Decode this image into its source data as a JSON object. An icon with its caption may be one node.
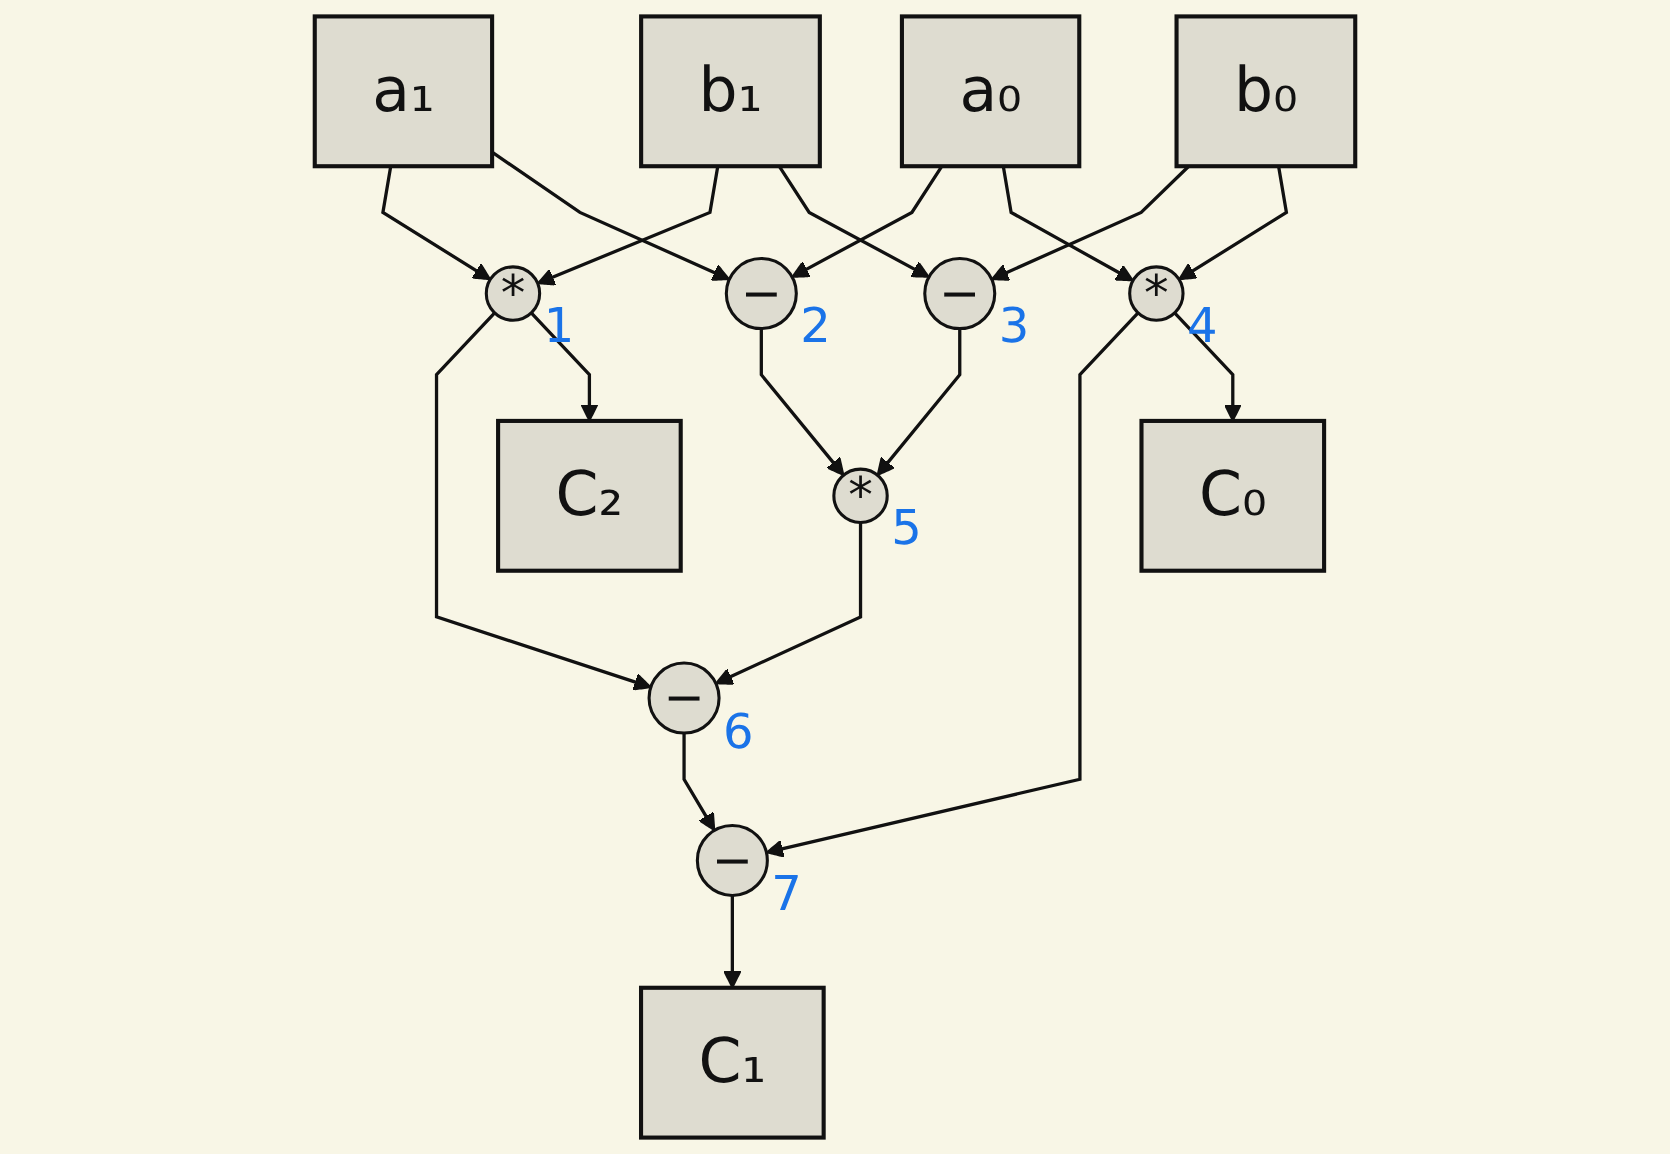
{
  "diagram": {
    "nodes": [
      {
        "text": [
          "a₁"
        ]
      },
      {
        "text": [
          "b₁"
        ]
      },
      {
        "text": [
          "a₀"
        ]
      },
      {
        "text": [
          "b₀"
        ]
      },
      {
        "text": [
          "*"
        ],
        "beside": [
          "1"
        ]
      },
      {
        "text": [
          "−"
        ],
        "beside": [
          "2"
        ]
      },
      {
        "text": [
          "−"
        ],
        "beside": [
          "3"
        ]
      },
      {
        "text": [
          "*"
        ],
        "beside": [
          "4"
        ]
      },
      {
        "text": [
          "*"
        ],
        "beside": [
          "5"
        ]
      },
      {
        "text": [
          "−"
        ],
        "beside": [
          "6"
        ]
      },
      {
        "text": [
          "−"
        ],
        "beside": [
          "7"
        ]
      },
      {
        "text": [
          "C₂"
        ]
      },
      {
        "text": [
          "C₁"
        ]
      },
      {
        "text": [
          "C₀"
        ]
      }
    ],
    "edges": [
      {
        "from": 0,
        "to": 4,
        "arrow": "to"
      },
      {
        "from": 0,
        "to": 5,
        "arrow": "to"
      },
      {
        "from": 1,
        "to": 4,
        "arrow": "to"
      },
      {
        "from": 1,
        "to": 6,
        "arrow": "to"
      },
      {
        "from": 2,
        "to": 5,
        "arrow": "to"
      },
      {
        "from": 2,
        "to": 7,
        "arrow": "to"
      },
      {
        "from": 3,
        "to": 6,
        "arrow": "to"
      },
      {
        "from": 3,
        "to": 7,
        "arrow": "to"
      },
      {
        "from": 5,
        "to": 8,
        "arrow": "to"
      },
      {
        "from": 6,
        "to": 8,
        "arrow": "to"
      },
      {
        "from": 4,
        "to": 9,
        "arrow": "to"
      },
      {
        "from": 8,
        "to": 9,
        "arrow": "to"
      },
      {
        "from": 4,
        "to": 11,
        "arrow": "to"
      },
      {
        "from": 9,
        "to": 10,
        "arrow": "to"
      },
      {
        "from": 7,
        "to": 10,
        "arrow": "to"
      },
      {
        "from": 10,
        "to": 12,
        "arrow": "to"
      },
      {
        "from": 7,
        "to": 13,
        "arrow": "to"
      }
    ]
  }
}
